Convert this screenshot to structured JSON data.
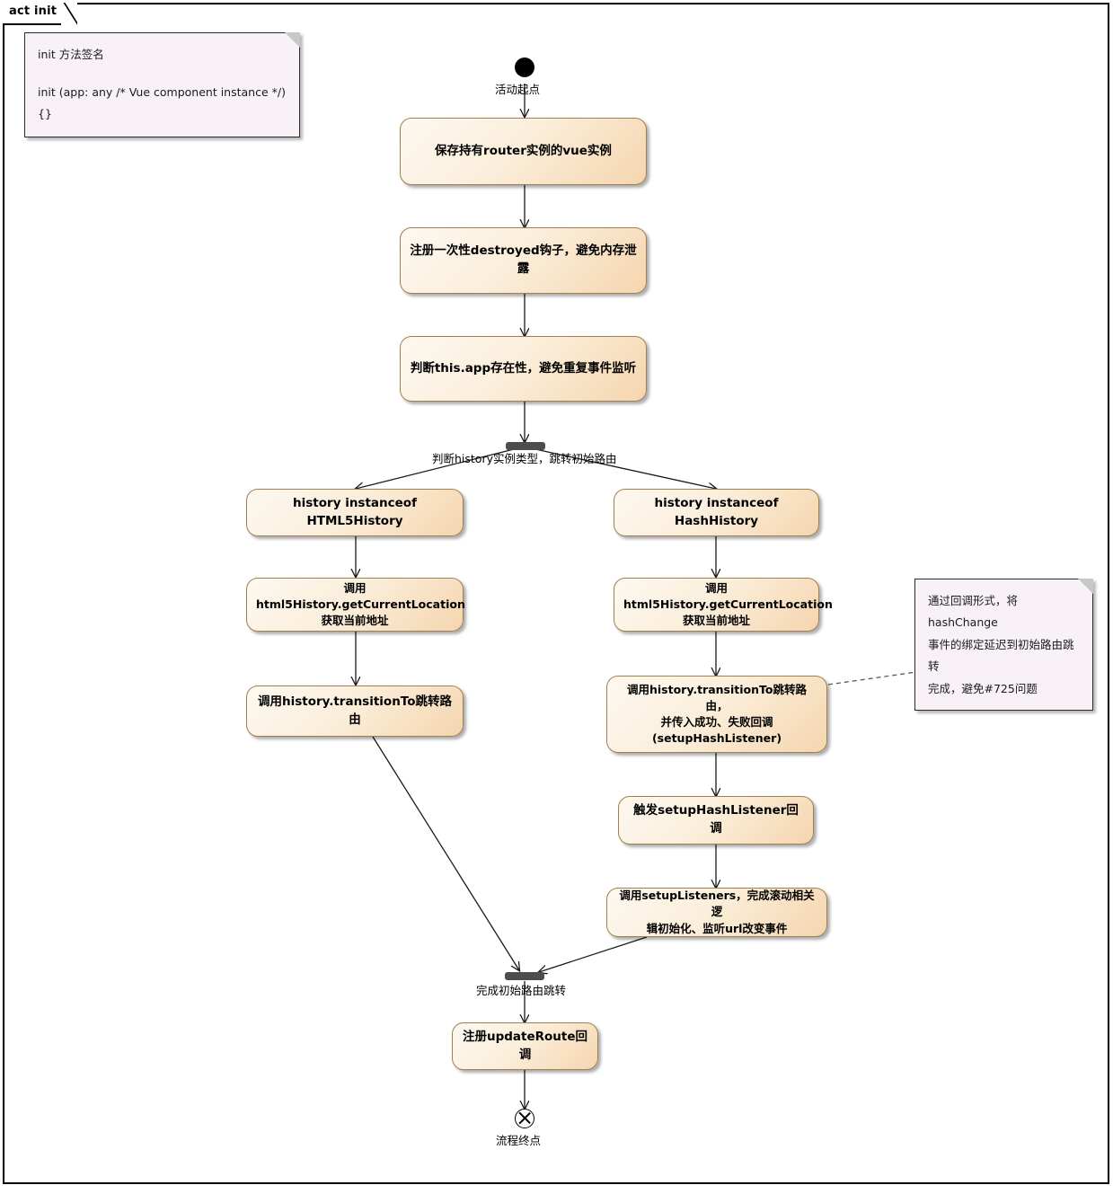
{
  "frame": {
    "title": "act init"
  },
  "notes": [
    {
      "id": "note-signature",
      "line1": "init 方法签名",
      "line2": "init (app: any /* Vue component instance */){}"
    },
    {
      "id": "note-hashchange",
      "line1": "通过回调形式，将hashChange",
      "line2": "事件的绑定延迟到初始路由跳转",
      "line3": "完成，避免#725问题"
    }
  ],
  "nodes": {
    "start": {
      "label": "活动起点"
    },
    "save_vue_instance": {
      "line1": "保存持有router实例的vue实例"
    },
    "register_destroyed_hook": {
      "line1": "注册一次性destroyed钩子，避免内存泄露"
    },
    "check_app_exists": {
      "line1": "判断this.app存在性，避免重复事件监听"
    },
    "fork_label": {
      "label": "判断history实例类型，跳转初始路由"
    },
    "branch_html5": {
      "line1": "history instanceof HTML5History"
    },
    "branch_hash": {
      "line1": "history instanceof HashHistory"
    },
    "html5_get_location": {
      "line1": "调用",
      "line2": "html5History.getCurrentLocation",
      "line3": "获取当前地址"
    },
    "hash_get_location": {
      "line1": "调用",
      "line2": "html5History.getCurrentLocation",
      "line3": "获取当前地址"
    },
    "html5_transition": {
      "line1": "调用history.transitionTo跳转路由"
    },
    "hash_transition": {
      "line1": "调用history.transitionTo跳转路由，",
      "line2": "并传入成功、失败回调",
      "line3": "(setupHashListener)"
    },
    "trigger_hash_listener": {
      "line1": "触发setupHashListener回调"
    },
    "setup_listeners": {
      "line1": "调用setupListeners，完成滚动相关逻",
      "line2": "辑初始化、监听url改变事件"
    },
    "join_label": {
      "label": "完成初始路由跳转"
    },
    "register_update_route": {
      "line1": "注册updateRoute回调"
    },
    "end": {
      "label": "流程终点"
    }
  },
  "colors": {
    "activity_fill_light": "#FDF8F0",
    "activity_fill_dark": "#F5D5AE",
    "activity_border": "#A08050",
    "note_fill": "#F8F2F8",
    "note_border": "#2B2B2B",
    "bar_fill": "#4D4D4D",
    "edge_stroke": "#1A1A1A",
    "frame_border": "#000000"
  }
}
